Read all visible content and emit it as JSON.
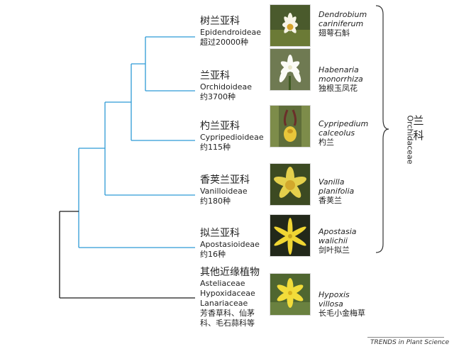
{
  "clades": [
    {
      "name_zh": "树兰亚科",
      "name_lat": "Epidendroideae",
      "count": "超过20000种",
      "species": {
        "genus": "Dendrobium",
        "epithet": "cariniferum",
        "name_zh": "翅萼石斛"
      }
    },
    {
      "name_zh": "兰亚科",
      "name_lat": "Orchidoideae",
      "count": "约3700种",
      "species": {
        "genus": "Habenaria",
        "epithet": "monorrhiza",
        "name_zh": "独根玉凤花"
      }
    },
    {
      "name_zh": "杓兰亚科",
      "name_lat": "Cypripedioideae",
      "count": "约115种",
      "species": {
        "genus": "Cypripedium",
        "epithet": "calceolus",
        "name_zh": "杓兰"
      }
    },
    {
      "name_zh": "香荚兰亚科",
      "name_lat": "Vanilloideae",
      "count": "约180种",
      "species": {
        "genus": "Vanilla",
        "epithet": "planifolia",
        "name_zh": "香荚兰"
      }
    },
    {
      "name_zh": "拟兰亚科",
      "name_lat": "Apostasioideae",
      "count": "约16种",
      "species": {
        "genus": "Apostasia",
        "epithet": "walichii",
        "name_zh": "剑叶拟兰"
      }
    }
  ],
  "outgroup": {
    "name_zh": "其他近缘植物",
    "lines": [
      "Asteliaceae",
      "Hypoxidaceae",
      "Lanariaceae",
      "芳香草科、仙茅",
      "科、毛石蒜科等"
    ],
    "species": {
      "genus": "Hypoxis",
      "epithet": "villosa",
      "name_zh": "长毛小金梅草"
    }
  },
  "family": {
    "name_zh_1": "兰",
    "name_zh_2": "科",
    "name_lat": "Orchidaceae"
  },
  "source": "TRENDS in Plant Science",
  "colors": {
    "orchid_branches": "#2e9ad6",
    "outgroup_branches": "#1a1a1a"
  }
}
